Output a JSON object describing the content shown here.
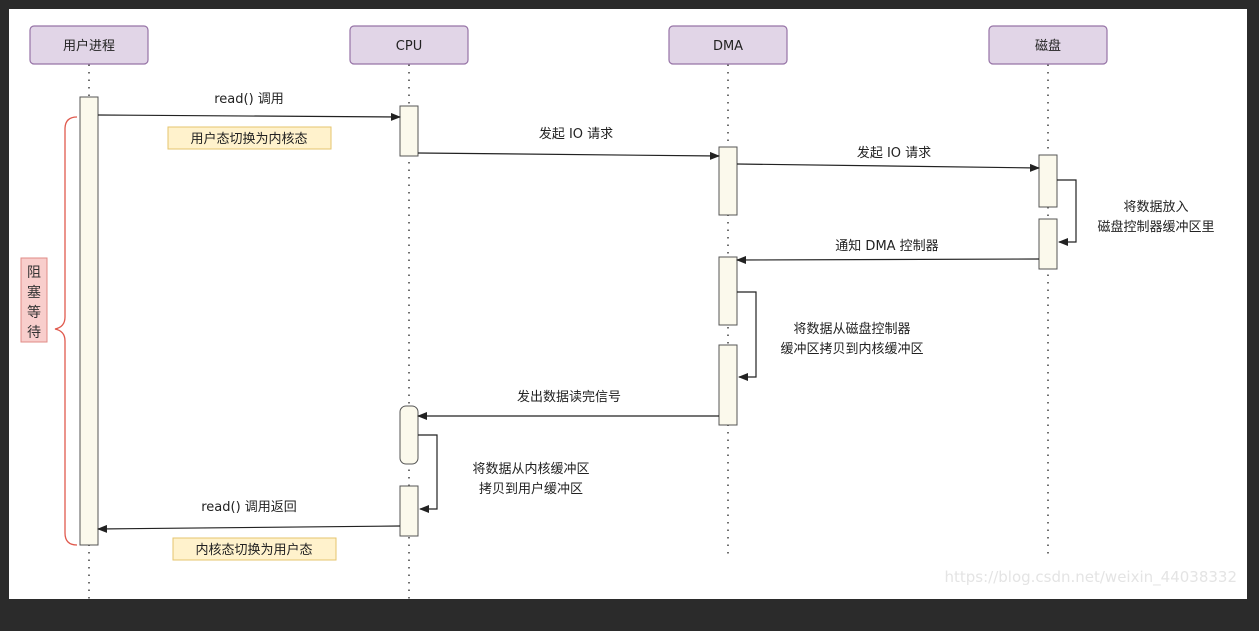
{
  "actors": {
    "user_process": "用户进程",
    "cpu": "CPU",
    "dma": "DMA",
    "disk": "磁盘"
  },
  "messages": {
    "read_call": "read() 调用",
    "cpu_io_request": "发起 IO 请求",
    "dma_io_request": "发起 IO 请求",
    "notify_dma": "通知 DMA 控制器",
    "read_complete_signal": "发出数据读完信号",
    "read_return": "read() 调用返回"
  },
  "notes": {
    "user_to_kernel": "用户态切换为内核态",
    "kernel_to_user": "内核态切换为用户态"
  },
  "self_calls": {
    "disk_buffer": [
      "将数据放入",
      "磁盘控制器缓冲区里"
    ],
    "dma_copy": [
      "将数据从磁盘控制器",
      "缓冲区拷贝到内核缓冲区"
    ],
    "cpu_copy": [
      "将数据从内核缓冲区",
      "拷贝到用户缓冲区"
    ]
  },
  "blocking_label": [
    "阻",
    "塞",
    "等",
    "待"
  ],
  "watermark": "https://blog.csdn.net/weixin_44038332",
  "colors": {
    "actor_fill": "#e1d5e7",
    "note_fill": "#fff2cc",
    "blocking_fill": "#f8cecc",
    "brace_stroke": "#e05a4e",
    "activation_fill": "#fbf9ec"
  }
}
